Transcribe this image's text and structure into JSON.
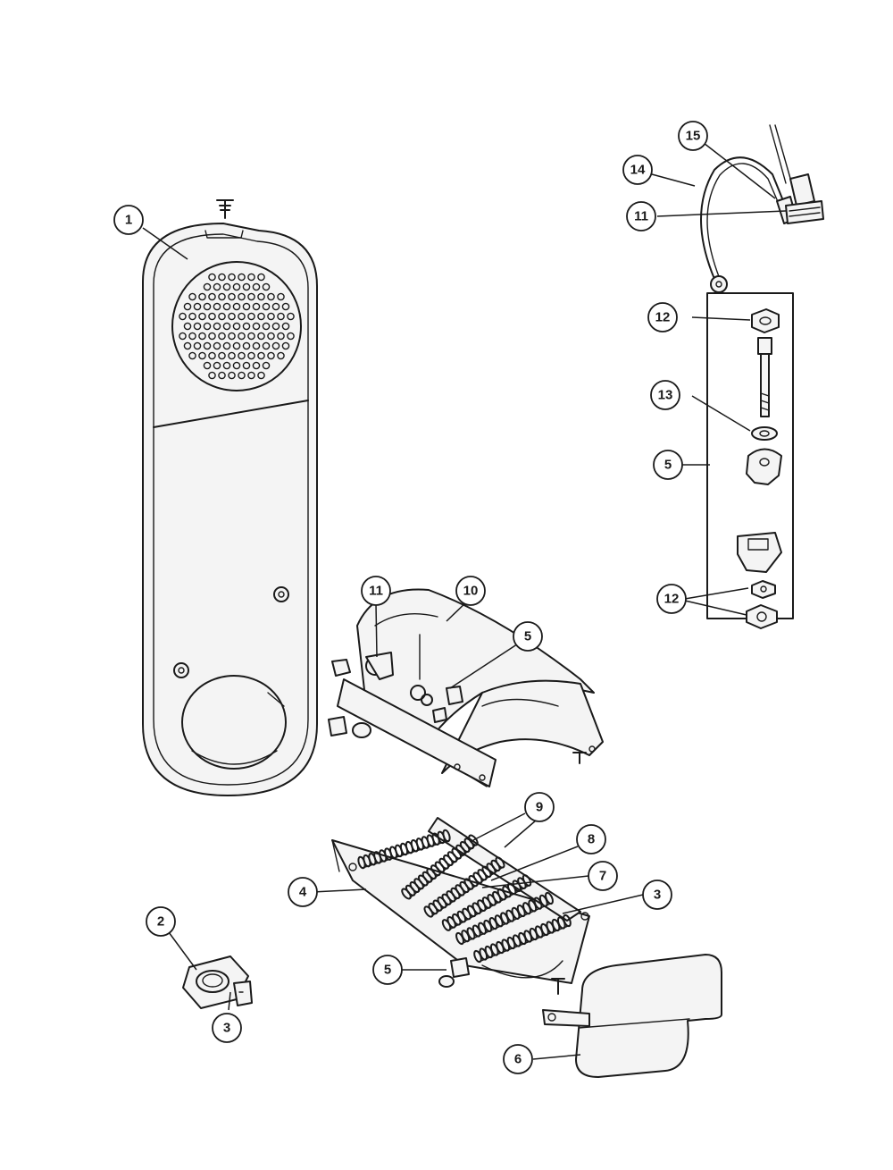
{
  "callouts": {
    "c1": "1",
    "c2": "2",
    "c3a": "3",
    "c3b": "3",
    "c4": "4",
    "c5a": "5",
    "c5b": "5",
    "c5c": "5",
    "c6": "6",
    "c7": "7",
    "c8": "8",
    "c9": "9",
    "c10": "10",
    "c11a": "11",
    "c11b": "11",
    "c12a": "12",
    "c12b": "12",
    "c13": "13",
    "c14": "14",
    "c15": "15"
  },
  "colors": {
    "ink": "#1a1a1a",
    "paper": "#ffffff"
  }
}
